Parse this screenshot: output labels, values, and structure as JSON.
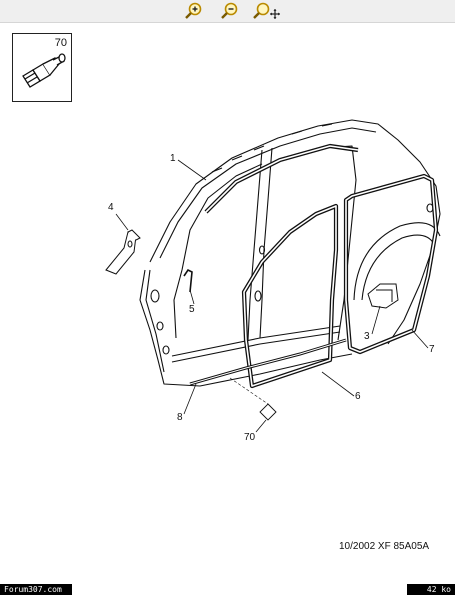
{
  "toolbar": {
    "buttons": [
      {
        "name": "zoom-in-button",
        "icon": "zoom-in-icon"
      },
      {
        "name": "zoom-out-button",
        "icon": "zoom-out-icon"
      },
      {
        "name": "zoom-move-button",
        "icon": "zoom-move-icon"
      }
    ],
    "bg": "#efefef",
    "icon_color": "#d4a000"
  },
  "inset": {
    "label": "70"
  },
  "callouts": {
    "c1": "1",
    "c3": "3",
    "c4": "4",
    "c5": "5",
    "c6": "6",
    "c7": "7",
    "c8": "8",
    "c70": "70"
  },
  "reference": "10/2002   XF 85A05A",
  "footer": {
    "site": "Forum307.com",
    "size": "42 ko"
  }
}
